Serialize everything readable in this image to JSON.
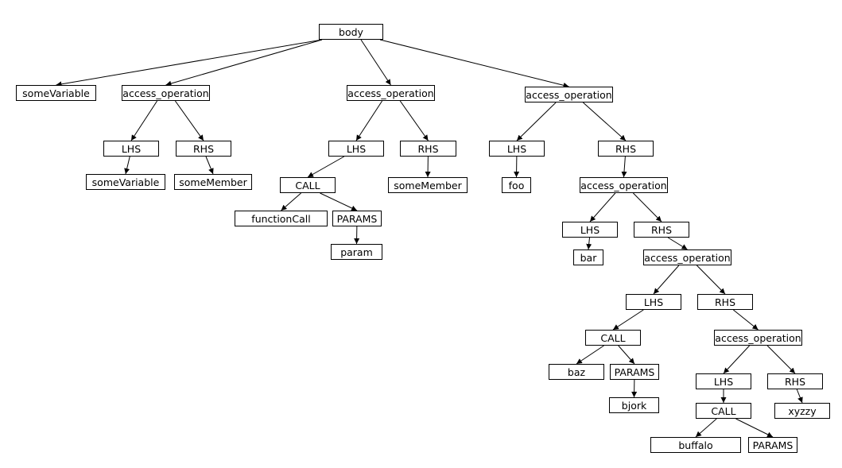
{
  "diagram": {
    "line_color": "#000000",
    "nodes": [
      {
        "id": "body",
        "label": "body"
      },
      {
        "id": "someVariable_1",
        "label": "someVariable"
      },
      {
        "id": "access_1",
        "label": "access_operation"
      },
      {
        "id": "lhs_1",
        "label": "LHS"
      },
      {
        "id": "rhs_1",
        "label": "RHS"
      },
      {
        "id": "someVariable_2",
        "label": "someVariable"
      },
      {
        "id": "someMember_1",
        "label": "someMember"
      },
      {
        "id": "access_2",
        "label": "access_operation"
      },
      {
        "id": "lhs_2",
        "label": "LHS"
      },
      {
        "id": "rhs_2",
        "label": "RHS"
      },
      {
        "id": "call_1",
        "label": "CALL"
      },
      {
        "id": "functionCall",
        "label": "functionCall"
      },
      {
        "id": "params_1",
        "label": "PARAMS"
      },
      {
        "id": "param",
        "label": "param"
      },
      {
        "id": "someMember_2",
        "label": "someMember"
      },
      {
        "id": "access_3",
        "label": "access_operation"
      },
      {
        "id": "lhs_3",
        "label": "LHS"
      },
      {
        "id": "rhs_3",
        "label": "RHS"
      },
      {
        "id": "foo",
        "label": "foo"
      },
      {
        "id": "access_4",
        "label": "access_operation"
      },
      {
        "id": "lhs_4",
        "label": "LHS"
      },
      {
        "id": "rhs_4",
        "label": "RHS"
      },
      {
        "id": "bar",
        "label": "bar"
      },
      {
        "id": "access_5",
        "label": "access_operation"
      },
      {
        "id": "lhs_5",
        "label": "LHS"
      },
      {
        "id": "rhs_5",
        "label": "RHS"
      },
      {
        "id": "call_2",
        "label": "CALL"
      },
      {
        "id": "baz",
        "label": "baz"
      },
      {
        "id": "params_2",
        "label": "PARAMS"
      },
      {
        "id": "bjork",
        "label": "bjork"
      },
      {
        "id": "access_6",
        "label": "access_operation"
      },
      {
        "id": "lhs_6",
        "label": "LHS"
      },
      {
        "id": "rhs_6",
        "label": "RHS"
      },
      {
        "id": "call_3",
        "label": "CALL"
      },
      {
        "id": "xyzzy",
        "label": "xyzzy"
      },
      {
        "id": "buffalo",
        "label": "buffalo"
      },
      {
        "id": "params_3",
        "label": "PARAMS"
      }
    ],
    "edges": [
      [
        "body",
        "someVariable_1"
      ],
      [
        "body",
        "access_1"
      ],
      [
        "body",
        "access_2"
      ],
      [
        "body",
        "access_3"
      ],
      [
        "access_1",
        "lhs_1"
      ],
      [
        "access_1",
        "rhs_1"
      ],
      [
        "lhs_1",
        "someVariable_2"
      ],
      [
        "rhs_1",
        "someMember_1"
      ],
      [
        "access_2",
        "lhs_2"
      ],
      [
        "access_2",
        "rhs_2"
      ],
      [
        "lhs_2",
        "call_1"
      ],
      [
        "rhs_2",
        "someMember_2"
      ],
      [
        "call_1",
        "functionCall"
      ],
      [
        "call_1",
        "params_1"
      ],
      [
        "params_1",
        "param"
      ],
      [
        "access_3",
        "lhs_3"
      ],
      [
        "access_3",
        "rhs_3"
      ],
      [
        "lhs_3",
        "foo"
      ],
      [
        "rhs_3",
        "access_4"
      ],
      [
        "access_4",
        "lhs_4"
      ],
      [
        "access_4",
        "rhs_4"
      ],
      [
        "lhs_4",
        "bar"
      ],
      [
        "rhs_4",
        "access_5"
      ],
      [
        "access_5",
        "lhs_5"
      ],
      [
        "access_5",
        "rhs_5"
      ],
      [
        "lhs_5",
        "call_2"
      ],
      [
        "call_2",
        "baz"
      ],
      [
        "call_2",
        "params_2"
      ],
      [
        "params_2",
        "bjork"
      ],
      [
        "rhs_5",
        "access_6"
      ],
      [
        "access_6",
        "lhs_6"
      ],
      [
        "access_6",
        "rhs_6"
      ],
      [
        "lhs_6",
        "call_3"
      ],
      [
        "rhs_6",
        "xyzzy"
      ],
      [
        "call_3",
        "buffalo"
      ],
      [
        "call_3",
        "params_3"
      ]
    ]
  }
}
